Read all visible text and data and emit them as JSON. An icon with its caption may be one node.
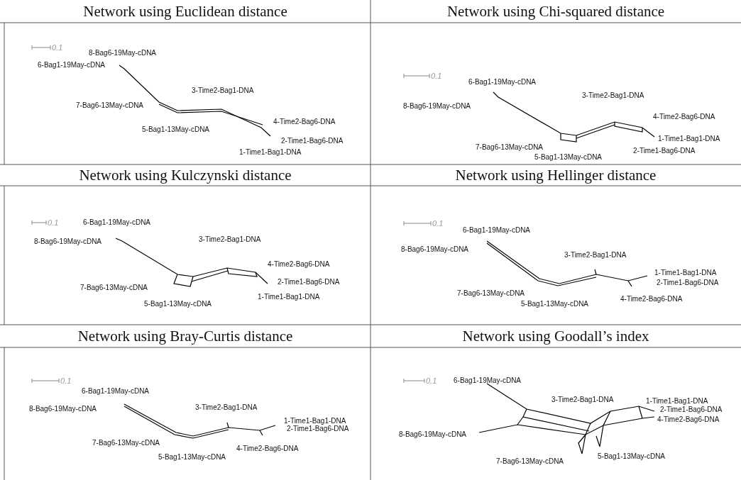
{
  "diagram": {
    "labels": [
      "Network using Euclidean distance",
      "Network using Chi-squared distance",
      "0.1",
      "8-Bag6-19May-cDNA",
      "6-Bag1-19May-cDNA",
      "3-Time2-Bag1-DNA",
      "7-Bag6-13May-cDNA",
      "4-Time2-Bag6-DNA",
      "5-Bag1-13May-cDNA",
      "2-Time1-Bag6-DNA",
      "1-Time1-Bag1-DNA",
      "0.1",
      "6-Bag1-19May-cDNA",
      "3-Time2-Bag1-DNA",
      "8-Bag6-19May-cDNA",
      "4-Time2-Bag6-DNA",
      "1-Time1-Bag1-DNA",
      "7-Bag6-13May-cDNA",
      "2-Time1-Bag6-DNA",
      "5-Bag1-13May-cDNA",
      "Network using Kulczynski distance",
      "Network using Hellinger distance",
      "0.1",
      "6-Bag1-19May-cDNA",
      "8-Bag6-19May-cDNA",
      "3-Time2-Bag1-DNA",
      "4-Time2-Bag6-DNA",
      "2-Time1-Bag6-DNA",
      "7-Bag6-13May-cDNA",
      "1-Time1-Bag1-DNA",
      "5-Bag1-13May-cDNA",
      "0.1",
      "6-Bag1-19May-cDNA",
      "8-Bag6-19May-cDNA",
      "3-Time2-Bag1-DNA",
      "1-Time1-Bag1-DNA",
      "2-Time1-Bag6-DNA",
      "7-Bag6-13May-cDNA",
      "4-Time2-Bag6-DNA",
      "5-Bag1-13May-cDNA",
      "Network using Bray-Curtis distance",
      "Network using Goodall’s index",
      "0.1",
      "6-Bag1-19May-cDNA",
      "8-Bag6-19May-cDNA",
      "3-Time2-Bag1-DNA",
      "1-Time1-Bag1-DNA",
      "2-Time1-Bag6-DNA",
      "7-Bag6-13May-cDNA",
      "4-Time2-Bag6-DNA",
      "5-Bag1-13May-cDNA",
      "0.1",
      "6-Bag1-19May-cDNA",
      "3-Time2-Bag1-DNA",
      "1-Time1-Bag1-DNA",
      "2-Time1-Bag6-DNA",
      "4-Time2-Bag6-DNA",
      "8-Bag6-19May-cDNA",
      "5-Bag1-13May-cDNA",
      "7-Bag6-13May-cDNA"
    ]
  }
}
